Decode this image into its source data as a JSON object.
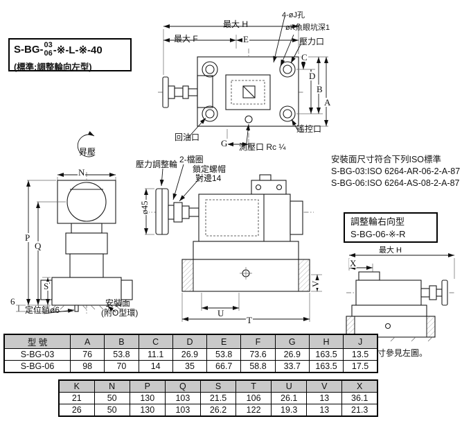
{
  "colors": {
    "background": "#ffffff",
    "line": "#1a1a1a",
    "table_header_bg": "#c9c9c9"
  },
  "model_box": {
    "prefix": "S-BG-",
    "size_top": "03",
    "size_bottom": "06",
    "suffix": "-※-L-※-40",
    "subtitle": "(標準:調整輪向左型)"
  },
  "top_view": {
    "holes_label": "4-øJ孔",
    "counterbore_label": "øK魚眼坑深1",
    "max_h": "最大  H",
    "max_f": "最大  F",
    "dim_e": "E",
    "pressure_port": "壓力口",
    "dim_c": "C",
    "dim_d": "D",
    "dim_b": "B",
    "dim_a": "A",
    "return_port": "回油口",
    "dim_g": "G",
    "gauge_port": "測壓口 Rc ¼",
    "remote_port": "遙控口"
  },
  "rotation": {
    "label": "昇壓"
  },
  "side_view": {
    "dim_n": "N",
    "dim_p": "P",
    "dim_q": "Q",
    "dim_s": "S",
    "dim_6": "6",
    "locating_pin": "定位銷ø6",
    "mounting_surface": "安裝面",
    "o_ring": "(附O型環)"
  },
  "front_view": {
    "adjust_wheel": "壓力調整輪",
    "retaining_rings": "2-檔圈",
    "lock_nut": "鎖定螺帽",
    "across_flats": "對邊14",
    "dim_d45": "ø45",
    "dim_u": "U",
    "dim_t": "T",
    "dim_v": "V"
  },
  "iso_note": {
    "line1": "安裝面尺寸符合下列ISO標準",
    "line2": "S-BG-03:ISO 6264-AR-06-2-A-87",
    "line3": "S-BG-06:ISO 6264-AS-08-2-A-87"
  },
  "right_variant": {
    "title": "調整輪右向型",
    "model": "S-BG-06-※-R",
    "max_h": "最大  H",
    "dim_x": "X",
    "note": "其他尺寸參見左圖。"
  },
  "dimension_table": {
    "headers": [
      "型  號",
      "A",
      "B",
      "C",
      "D",
      "E",
      "F",
      "G",
      "H",
      "J"
    ],
    "rows": [
      [
        "S-BG-03",
        "76",
        "53.8",
        "11.1",
        "26.9",
        "53.8",
        "73.6",
        "26.9",
        "163.5",
        "13.5"
      ],
      [
        "S-BG-06",
        "98",
        "70",
        "14",
        "35",
        "66.7",
        "58.8",
        "33.7",
        "163.5",
        "17.5"
      ]
    ]
  },
  "dimension_table2": {
    "headers": [
      "K",
      "N",
      "P",
      "Q",
      "S",
      "T",
      "U",
      "V",
      "X"
    ],
    "rows": [
      [
        "21",
        "50",
        "130",
        "103",
        "21.5",
        "106",
        "26.1",
        "13",
        "36.1"
      ],
      [
        "26",
        "50",
        "130",
        "103",
        "26.2",
        "122",
        "19.3",
        "13",
        "21.3"
      ]
    ]
  }
}
